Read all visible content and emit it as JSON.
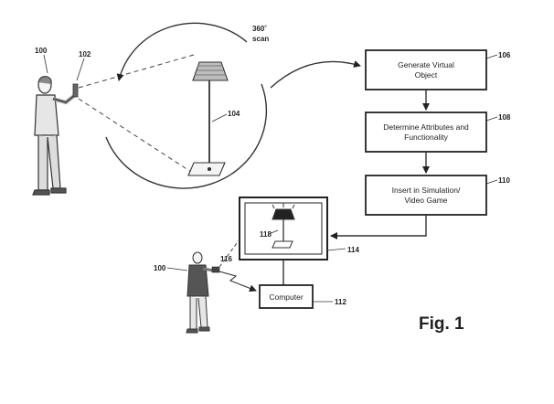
{
  "scan": {
    "line1": "360˚",
    "line2": "scan"
  },
  "refs": {
    "person_top": "100",
    "device_top": "102",
    "lamp": "104",
    "step1": "106",
    "step2": "108",
    "step3": "110",
    "computer": "112",
    "monitor": "114",
    "device_bottom": "116",
    "virtual_lamp": "118",
    "person_bottom": "100"
  },
  "steps": [
    {
      "line1": "Generate Virtual",
      "line2": "Object"
    },
    {
      "line1": "Determine Attributes and",
      "line2": "Functionality"
    },
    {
      "line1": "Insert in Simulation/",
      "line2": "Video Game"
    }
  ],
  "computer_label": "Computer",
  "figure_label": "Fig. 1"
}
